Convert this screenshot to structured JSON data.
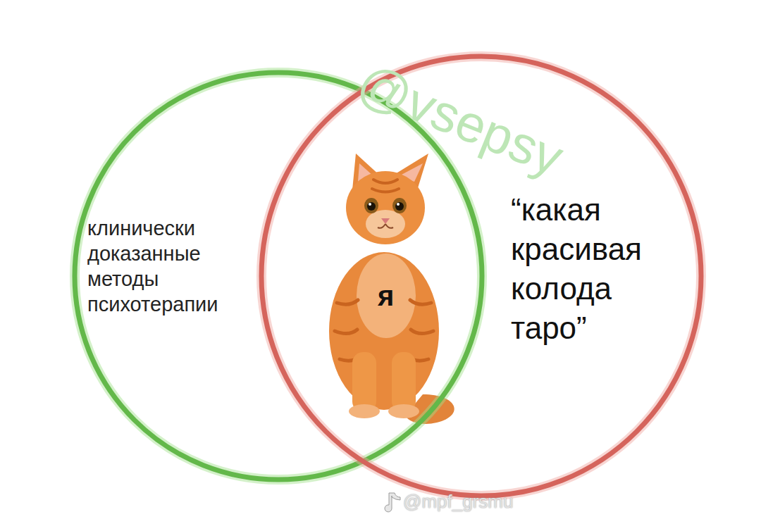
{
  "diagram": {
    "nodes": [
      {
        "text": [
          "клинически доказанные методы психотерапии"
        ]
      },
      {
        "text": [
          "“какая красивая колода таро”"
        ]
      }
    ],
    "labels": [
      "я",
      "@vsepsy",
      "@mpf_grsmu"
    ]
  }
}
